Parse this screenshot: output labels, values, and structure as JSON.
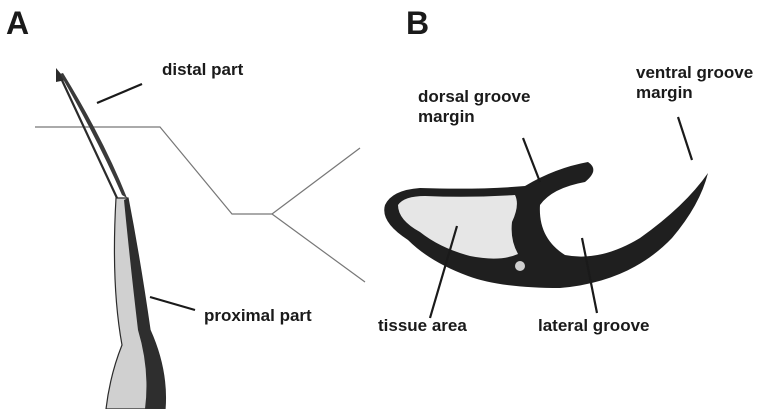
{
  "panel_a": {
    "letter": "A",
    "labels": {
      "distal": "distal part",
      "proximal": "proximal part"
    }
  },
  "panel_b": {
    "letter": "B",
    "labels": {
      "dorsal_line1": "dorsal groove",
      "dorsal_line2": "margin",
      "ventral_line1": "ventral groove",
      "ventral_line2": "margin",
      "tissue": "tissue area",
      "lateral": "lateral groove"
    }
  },
  "colors": {
    "label_text": "#1a1a1a",
    "outline": "#1a1a1a",
    "tissue_fill": "#e6e6e6",
    "guide_line": "#777777"
  }
}
